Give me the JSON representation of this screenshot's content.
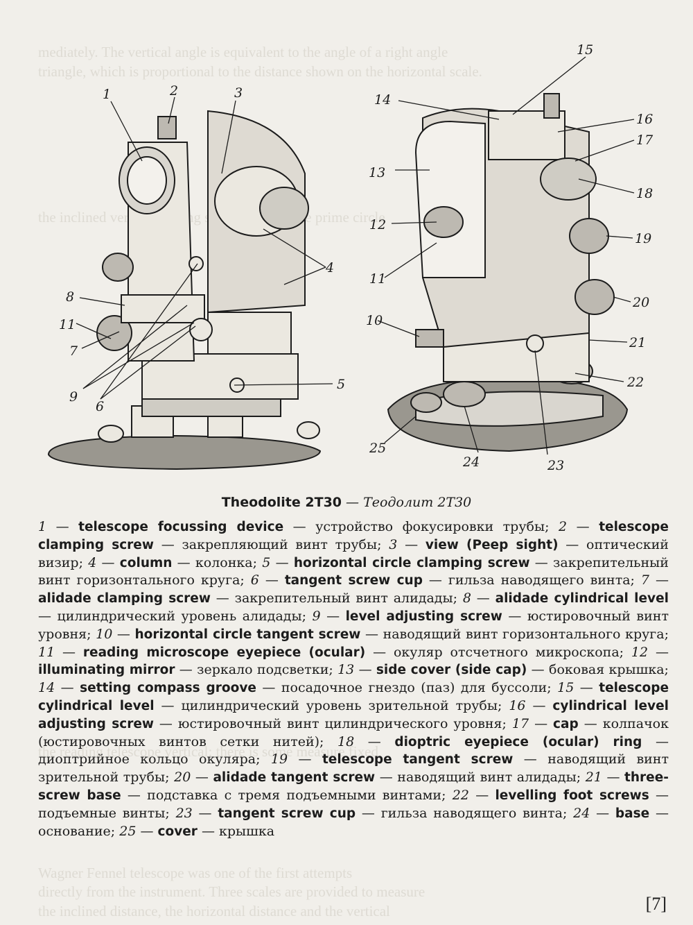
{
  "caption": {
    "en": "Theodolite 2T30",
    "sep": " — ",
    "ru": "Теодолит 2Т30"
  },
  "figure_labels": [
    "1",
    "2",
    "3",
    "4",
    "5",
    "6",
    "7",
    "8",
    "9",
    "10",
    "11",
    "12",
    "13",
    "14",
    "15",
    "16",
    "17",
    "18",
    "19",
    "20",
    "21",
    "22",
    "23",
    "24",
    "25"
  ],
  "legend": [
    {
      "n": "1",
      "en": "telescope focussing device",
      "ru": "устройство фокусировки трубы"
    },
    {
      "n": "2",
      "en": "telescope clamping screw",
      "ru": "закрепляющий винт трубы"
    },
    {
      "n": "3",
      "en": "view (Peep sight)",
      "ru": "оптический визир"
    },
    {
      "n": "4",
      "en": "column",
      "ru": "колонка"
    },
    {
      "n": "5",
      "en": "horizontal circle clamping screw",
      "ru": "закрепительный винт горизонтального круга"
    },
    {
      "n": "6",
      "en": "tangent screw cup",
      "ru": "гильза наводящего винта"
    },
    {
      "n": "7",
      "en": "alidade clamping screw",
      "ru": "закрепительный винт алидады"
    },
    {
      "n": "8",
      "en": "alidade cylindrical level",
      "ru": "цилиндрический уровень алидады"
    },
    {
      "n": "9",
      "en": "level adjusting screw",
      "ru": "юстировочный винт уровня"
    },
    {
      "n": "10",
      "en": "horizontal circle tangent screw",
      "ru": "наводящий винт горизонтального круга"
    },
    {
      "n": "11",
      "en": "reading microscope eyepiece (ocular)",
      "ru": "окуляр отсчетного микроскопа"
    },
    {
      "n": "12",
      "en": "illuminating mirror",
      "ru": "зеркало подсветки"
    },
    {
      "n": "13",
      "en": "side cover (side cap)",
      "ru": "боковая крышка"
    },
    {
      "n": "14",
      "en": "setting compass groove",
      "ru": "посадочное гнездо (паз) для буссоли"
    },
    {
      "n": "15",
      "en": "telescope cylindrical level",
      "ru": "цилиндрический уровень зрительной трубы"
    },
    {
      "n": "16",
      "en": "cylindrical level adjusting screw",
      "ru": "юстировочный винт цилиндрического уровня"
    },
    {
      "n": "17",
      "en": "cap",
      "ru": "колпачок (юстировочных винтов сетки нитей)"
    },
    {
      "n": "18",
      "en": "dioptric eyepiece (ocular) ring",
      "ru": "диоптрийное кольцо окуляра"
    },
    {
      "n": "19",
      "en": "telescope tangent screw",
      "ru": "наводящий винт зрительной трубы"
    },
    {
      "n": "20",
      "en": "alidade tangent screw",
      "ru": "наводящий винт алидады"
    },
    {
      "n": "21",
      "en": "three-screw base",
      "ru": "подставка с тремя подъемными винтами"
    },
    {
      "n": "22",
      "en": "levelling foot screws",
      "ru": "подъемные винты"
    },
    {
      "n": "23",
      "en": "tangent screw cup",
      "ru": "гильза наводящего винта"
    },
    {
      "n": "24",
      "en": "base",
      "ru": "основание"
    },
    {
      "n": "25",
      "en": "cover",
      "ru": "крышка"
    }
  ],
  "page_number": "[7]",
  "colors": {
    "paper": "#f1efea",
    "ink": "#1c1c1c",
    "bleed": "#cfcbc2"
  }
}
